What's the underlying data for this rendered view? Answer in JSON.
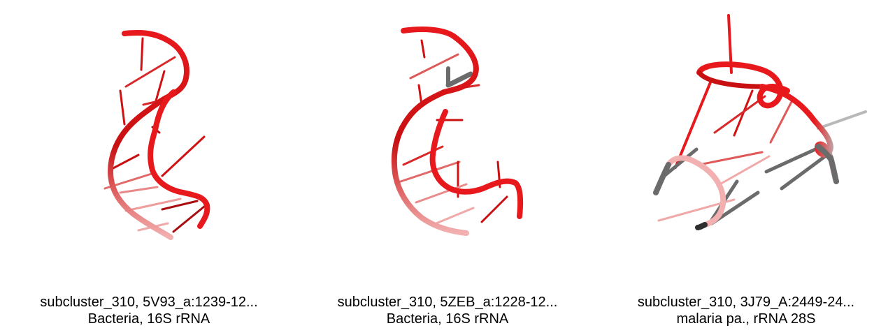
{
  "panels": [
    {
      "title": "subcluster_310, 5V93_a:1239-12...",
      "subtitle": "Bacteria, 16S rRNA"
    },
    {
      "title": "subcluster_310, 5ZEB_a:1228-12...",
      "subtitle": "Bacteria, 16S rRNA"
    },
    {
      "title": "subcluster_310, 3J79_A:2449-24...",
      "subtitle": "malaria pa., rRNA 28S"
    }
  ],
  "colors": {
    "backbone": "#e8191c",
    "backbone_dark": "#b00d10",
    "faded": "#f4a9a9",
    "grey": "#6b6b6b"
  }
}
